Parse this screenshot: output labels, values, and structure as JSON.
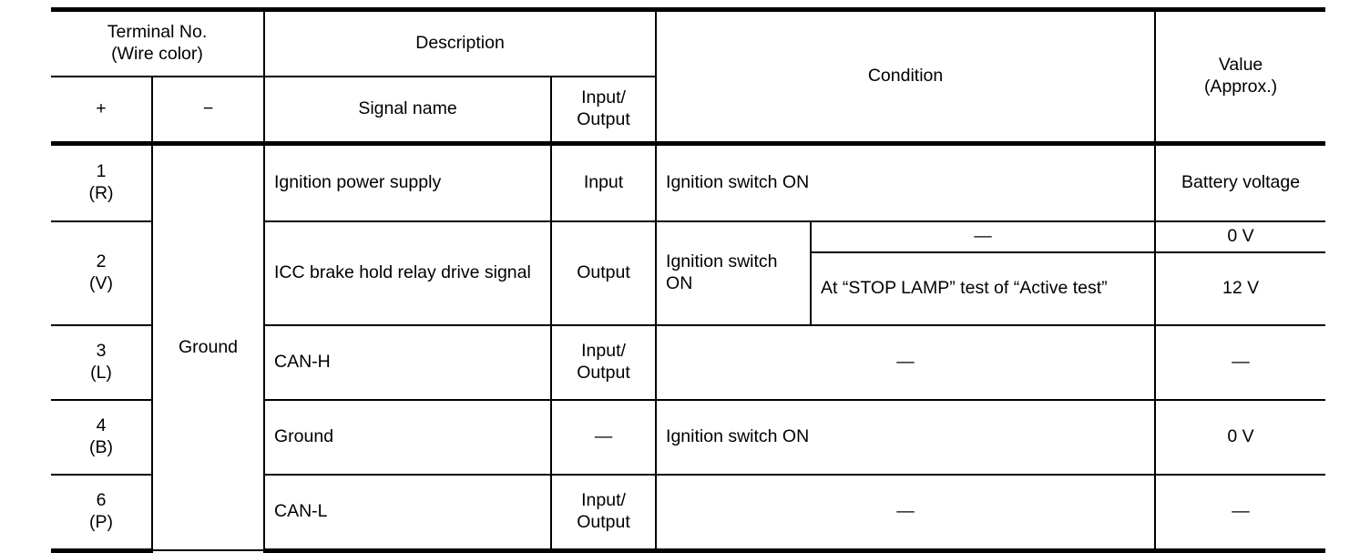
{
  "table": {
    "headers": {
      "terminal_no": "Terminal No.\n(Wire color)",
      "terminal_no_line1": "Terminal No.",
      "terminal_no_line2": "(Wire color)",
      "plus": "+",
      "minus": "−",
      "description": "Description",
      "signal_name": "Signal name",
      "input_output_line1": "Input/",
      "input_output_line2": "Output",
      "condition": "Condition",
      "value_line1": "Value",
      "value_line2": "(Approx.)"
    },
    "ground_label": "Ground",
    "rows": [
      {
        "terminal": "1",
        "wire_color": "(R)",
        "minus": "Ground",
        "signal_name": "Ignition power supply",
        "input_output": "Input",
        "condition": "Ignition switch ON",
        "value": "Battery voltage"
      },
      {
        "terminal": "2",
        "wire_color": "(V)",
        "minus": "Ground",
        "signal_name": "ICC brake hold relay drive signal",
        "input_output": "Output",
        "condition_group": "Ignition switch ON",
        "sub_rows": [
          {
            "condition": "—",
            "value": "0 V"
          },
          {
            "condition": "At “STOP LAMP” test of “Active test”",
            "value": "12 V"
          }
        ]
      },
      {
        "terminal": "3",
        "wire_color": "(L)",
        "minus": "Ground",
        "signal_name": "CAN-H",
        "input_output_line1": "Input/",
        "input_output_line2": "Output",
        "condition": "—",
        "value": "—"
      },
      {
        "terminal": "4",
        "wire_color": "(B)",
        "minus": "Ground",
        "signal_name": "Ground",
        "input_output": "—",
        "condition": "Ignition switch ON",
        "value": "0 V"
      },
      {
        "terminal": "6",
        "wire_color": "(P)",
        "minus": "Ground",
        "signal_name": "CAN-L",
        "input_output_line1": "Input/",
        "input_output_line2": "Output",
        "condition": "—",
        "value": "—"
      }
    ]
  },
  "colors": {
    "rule": "#000000",
    "text": "#000000",
    "background": "#ffffff"
  }
}
